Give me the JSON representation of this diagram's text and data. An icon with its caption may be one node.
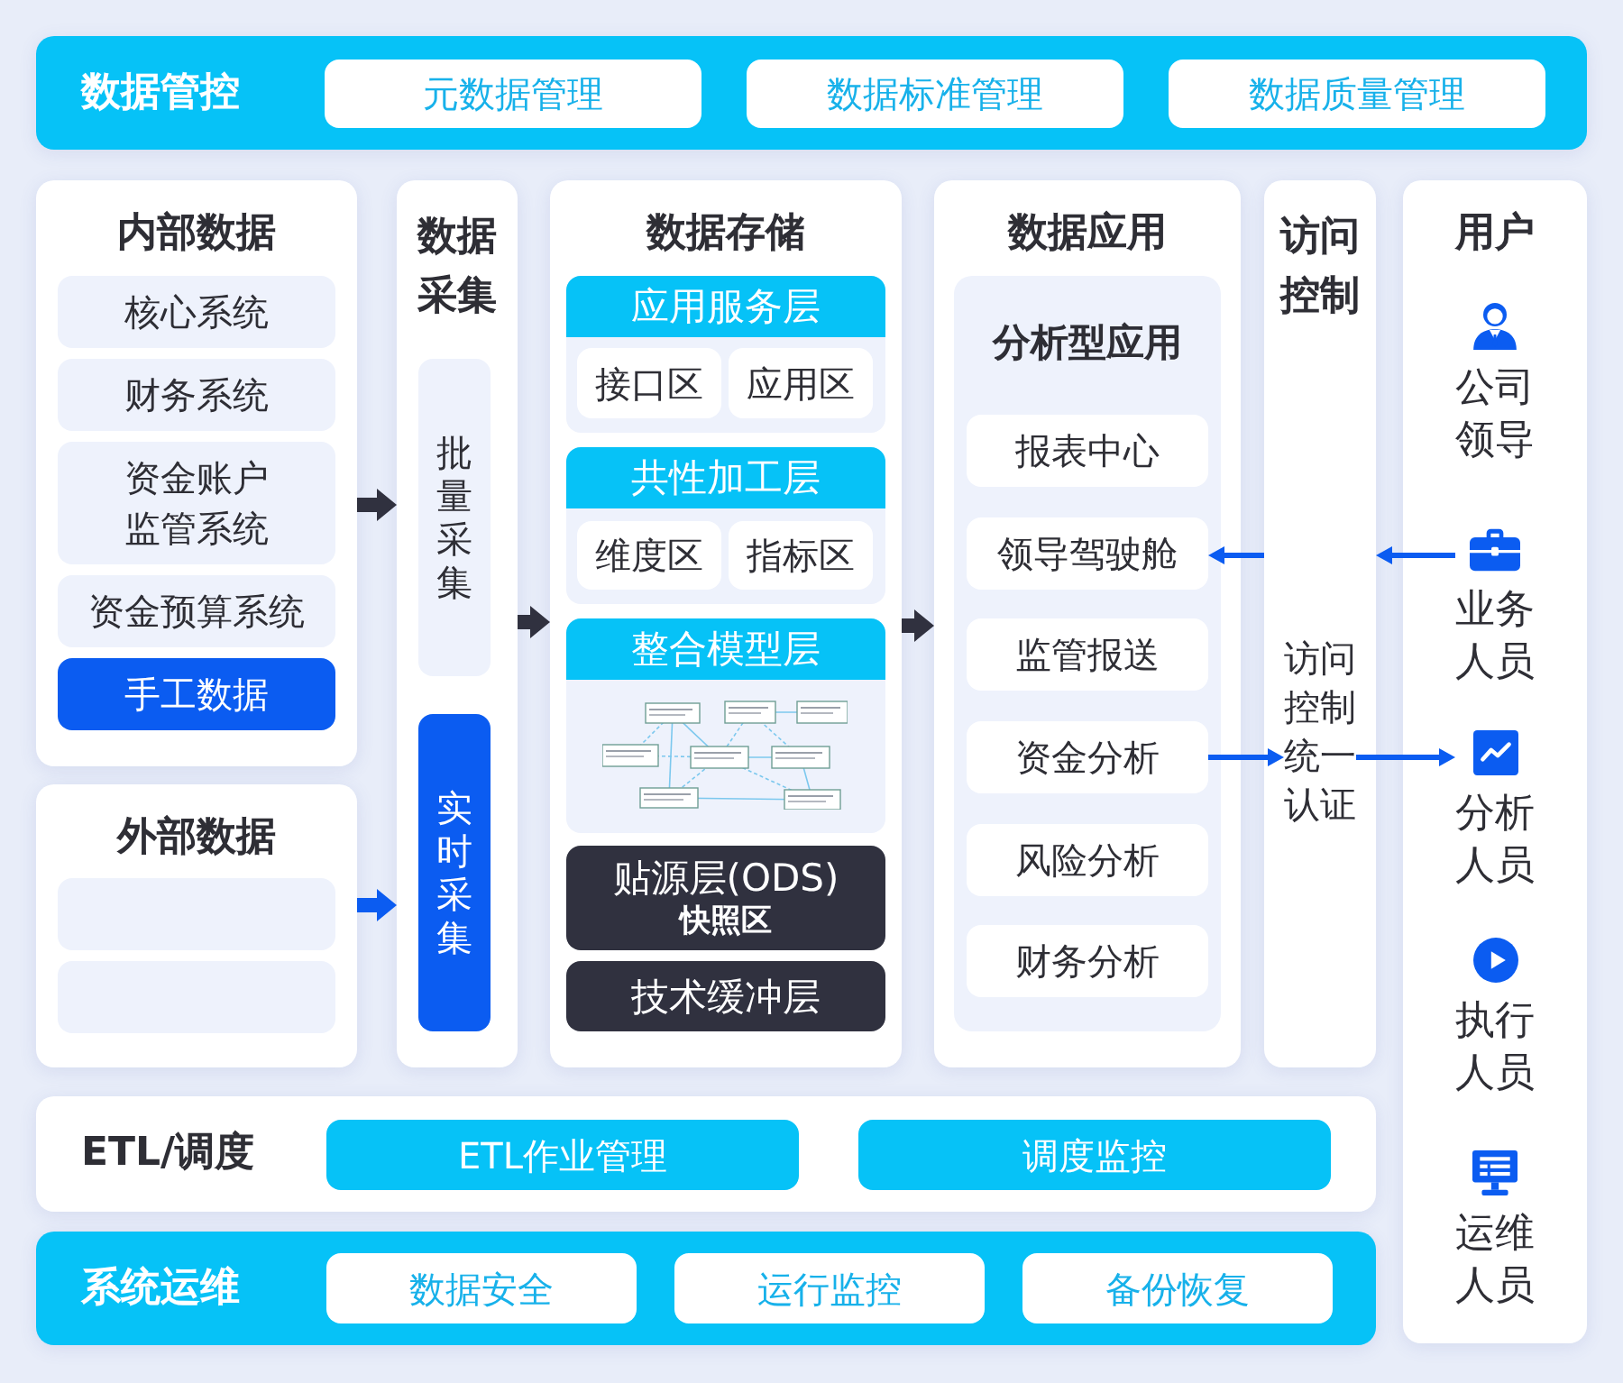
{
  "diagram": {
    "nodes": [
      {
        "text": [
          "数据管控"
        ]
      },
      {
        "text": [
          "元数据管理"
        ],
        "in": 0
      },
      {
        "text": [
          "数据标准管理"
        ],
        "in": 0
      },
      {
        "text": [
          "数据质量管理"
        ],
        "in": 0
      },
      {
        "text": [
          "内部数据"
        ]
      },
      {
        "text": [
          "核心系统"
        ],
        "in": 4
      },
      {
        "text": [
          "财务系统"
        ],
        "in": 4
      },
      {
        "text": [
          "资金账户监管系统"
        ],
        "in": 4
      },
      {
        "text": [
          "资金预算系统"
        ],
        "in": 4
      },
      {
        "text": [
          "手工数据"
        ],
        "in": 4
      },
      {
        "text": [
          "外部数据"
        ]
      },
      {
        "text": [],
        "shape": "box",
        "in": 10
      },
      {
        "text": [],
        "shape": "box",
        "in": 10
      },
      {
        "text": [
          "数据采集"
        ]
      },
      {
        "text": [
          "批量采集"
        ],
        "in": 13
      },
      {
        "text": [
          "实时采集"
        ],
        "in": 13
      },
      {
        "text": [
          "数据存储"
        ]
      },
      {
        "text": [
          "应用服务层"
        ],
        "in": 16
      },
      {
        "text": [
          "接口区"
        ],
        "in": 17
      },
      {
        "text": [
          "应用区"
        ],
        "in": 17
      },
      {
        "text": [
          "共性加工层"
        ],
        "in": 16
      },
      {
        "text": [
          "维度区"
        ],
        "in": 20
      },
      {
        "text": [
          "指标区"
        ],
        "in": 20
      },
      {
        "text": [
          "整合模型层"
        ],
        "in": 16
      },
      {
        "text": [
          "贴源层(ODS)",
          "快照区"
        ],
        "in": 16
      },
      {
        "text": [
          "技术缓冲层"
        ],
        "in": 16
      },
      {
        "text": [
          "数据应用"
        ]
      },
      {
        "text": [
          "分析型应用"
        ],
        "in": 26
      },
      {
        "text": [
          "报表中心"
        ],
        "in": 27
      },
      {
        "text": [
          "领导驾驶舱"
        ],
        "in": 27
      },
      {
        "text": [
          "监管报送"
        ],
        "in": 27
      },
      {
        "text": [
          "资金分析"
        ],
        "in": 27
      },
      {
        "text": [
          "风险分析"
        ],
        "in": 27
      },
      {
        "text": [
          "财务分析"
        ],
        "in": 27
      },
      {
        "text": [
          "访问控制"
        ]
      },
      {
        "text": [
          "访问控制统一认证"
        ],
        "in": 34
      },
      {
        "text": [
          "用户"
        ]
      },
      {
        "text": [
          "公司领导"
        ],
        "in": 36
      },
      {
        "text": [
          "业务人员"
        ],
        "in": 36
      },
      {
        "text": [
          "分析人员"
        ],
        "in": 36
      },
      {
        "text": [
          "执行人员"
        ],
        "in": 36
      },
      {
        "text": [
          "运维人员"
        ],
        "in": 36
      },
      {
        "text": [
          "ETL/调度"
        ]
      },
      {
        "text": [
          "ETL作业管理"
        ],
        "in": 42
      },
      {
        "text": [
          "调度监控"
        ],
        "in": 42
      },
      {
        "text": [
          "系统运维"
        ]
      },
      {
        "text": [
          "数据安全"
        ],
        "in": 45
      },
      {
        "text": [
          "运行监控"
        ],
        "in": 45
      },
      {
        "text": [
          "备份恢复"
        ],
        "in": 45
      }
    ],
    "edges": [
      {
        "from": 4,
        "to": 13,
        "arrow": "to",
        "style": "thick",
        "color": "#30313f"
      },
      {
        "from": 10,
        "to": 13,
        "arrow": "to",
        "style": "thick"
      },
      {
        "from": 13,
        "to": 16,
        "arrow": "to",
        "style": "thick",
        "color": "#30313f"
      },
      {
        "from": 16,
        "to": 26,
        "arrow": "to",
        "style": "thick",
        "color": "#30313f"
      },
      {
        "from": 38,
        "to": 34,
        "arrow": "to"
      },
      {
        "from": 34,
        "to": 29,
        "arrow": "to"
      },
      {
        "from": 31,
        "to": 35,
        "arrow": "to"
      },
      {
        "from": 35,
        "to": 39,
        "arrow": "to"
      }
    ]
  }
}
